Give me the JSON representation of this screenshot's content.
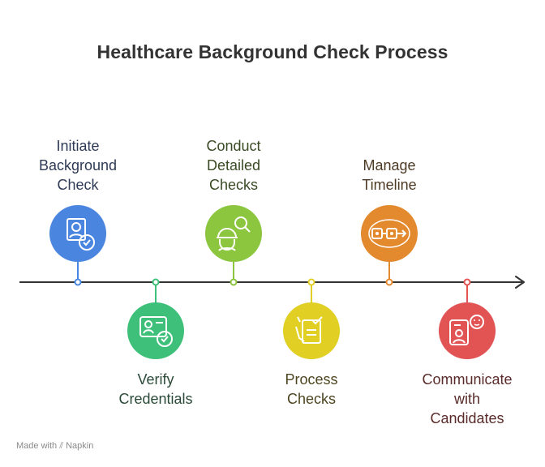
{
  "title": "Healthcare Background Check Process",
  "steps": [
    {
      "label": [
        "Initiate",
        "Background",
        "Check"
      ],
      "color": "#4a86e0",
      "text_color": "#2e3a55",
      "icon": "id-card-shield-icon"
    },
    {
      "label": [
        "Verify",
        "Credentials"
      ],
      "color": "#3fc07a",
      "text_color": "#2b4a38",
      "icon": "credentials-check-icon"
    },
    {
      "label": [
        "Conduct",
        "Detailed",
        "Checks"
      ],
      "color": "#8cc63e",
      "text_color": "#3a4a25",
      "icon": "worker-search-icon"
    },
    {
      "label": [
        "Process",
        "Checks"
      ],
      "color": "#e2cf24",
      "text_color": "#4d4520",
      "icon": "hand-checklist-icon"
    },
    {
      "label": [
        "Manage",
        "Timeline"
      ],
      "color": "#e48a2e",
      "text_color": "#4d3a25",
      "icon": "timeline-flow-icon"
    },
    {
      "label": [
        "Communicate",
        "with",
        "Candidates"
      ],
      "color": "#e25454",
      "text_color": "#5a2b2b",
      "icon": "chat-person-icon"
    }
  ],
  "footer": {
    "made_with": "Made with",
    "brand": "Napkin"
  }
}
